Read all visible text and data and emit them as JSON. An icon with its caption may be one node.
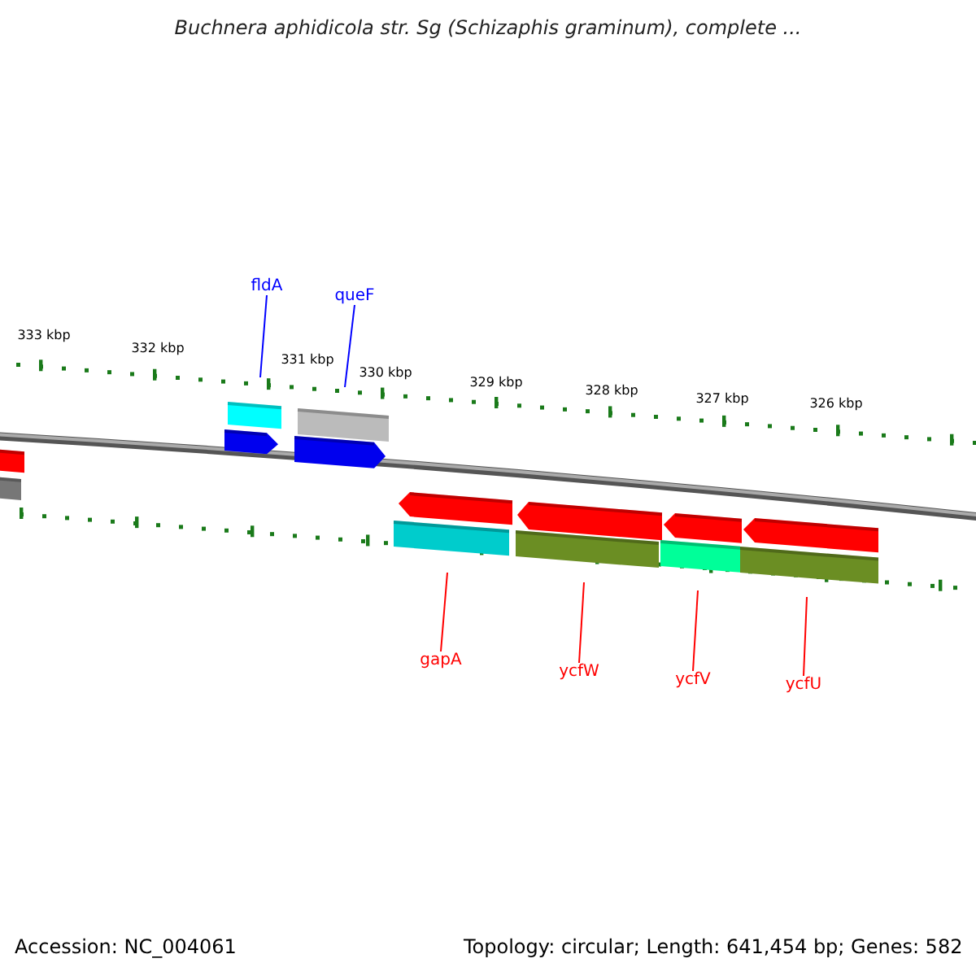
{
  "diagram": {
    "title": "Buchnera aphidicola str. Sg (Schizaphis graminum), complete ...",
    "nodes": [
      {
        "text": [
          "fldA"
        ]
      },
      {
        "text": [
          "queF"
        ]
      },
      {
        "text": [
          "gapA"
        ]
      },
      {
        "text": [
          "ycfW"
        ]
      },
      {
        "text": [
          "ycfV"
        ]
      },
      {
        "text": [
          "ycfU"
        ]
      }
    ],
    "edges": [
      {
        "from": 0,
        "to": null,
        "arrow": "none",
        "color": "#0000ff"
      },
      {
        "from": 1,
        "to": null,
        "arrow": "none",
        "color": "#0000ff"
      },
      {
        "from": 2,
        "to": null,
        "arrow": "none"
      },
      {
        "from": 3,
        "to": null,
        "arrow": "none"
      },
      {
        "from": 4,
        "to": null,
        "arrow": "none"
      },
      {
        "from": 5,
        "to": null,
        "arrow": "none"
      }
    ],
    "labels": [
      "333 kbp",
      "332 kbp",
      "331 kbp",
      "330 kbp",
      "329 kbp",
      "328 kbp",
      "327 kbp",
      "326 kbp",
      "Accession: NC_004061",
      "Topology: circular; Length: 641,454 bp; Genes: 582"
    ]
  }
}
